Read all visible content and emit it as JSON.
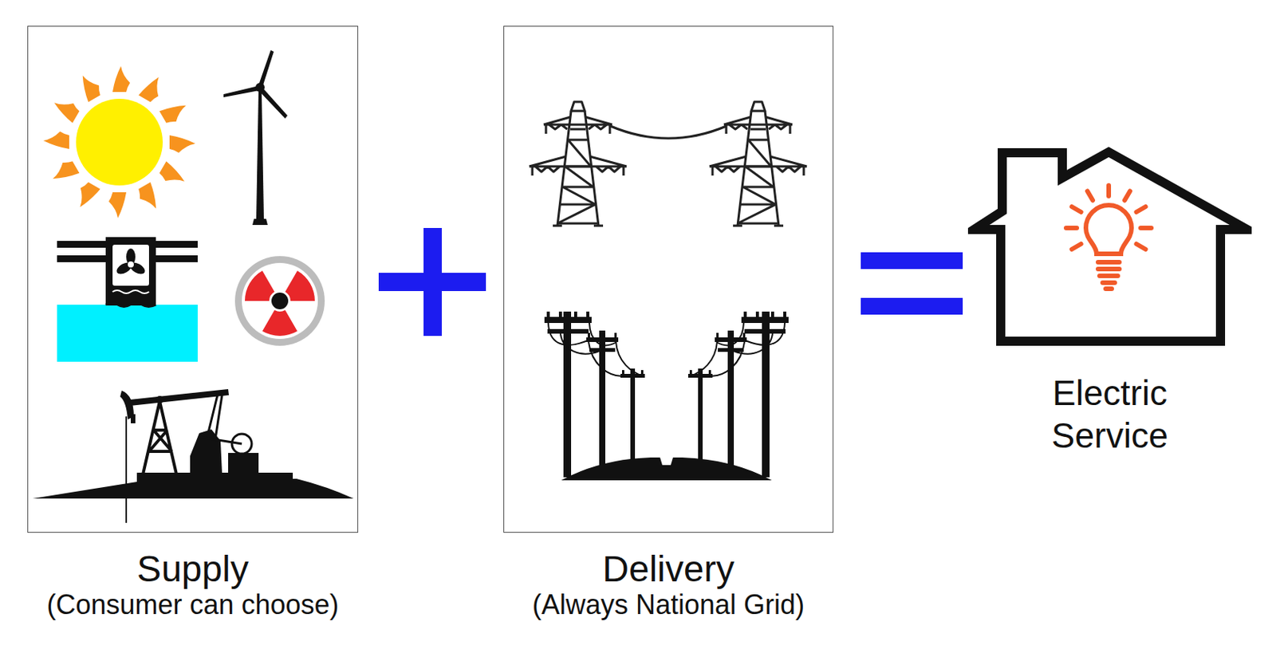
{
  "diagram": {
    "nodes": [
      {
        "text": [
          "Supply",
          "(Consumer can choose)"
        ]
      },
      {
        "text": [
          "Delivery",
          "(Always National Grid)"
        ]
      },
      {
        "text": [
          "Electric Service"
        ]
      }
    ]
  }
}
